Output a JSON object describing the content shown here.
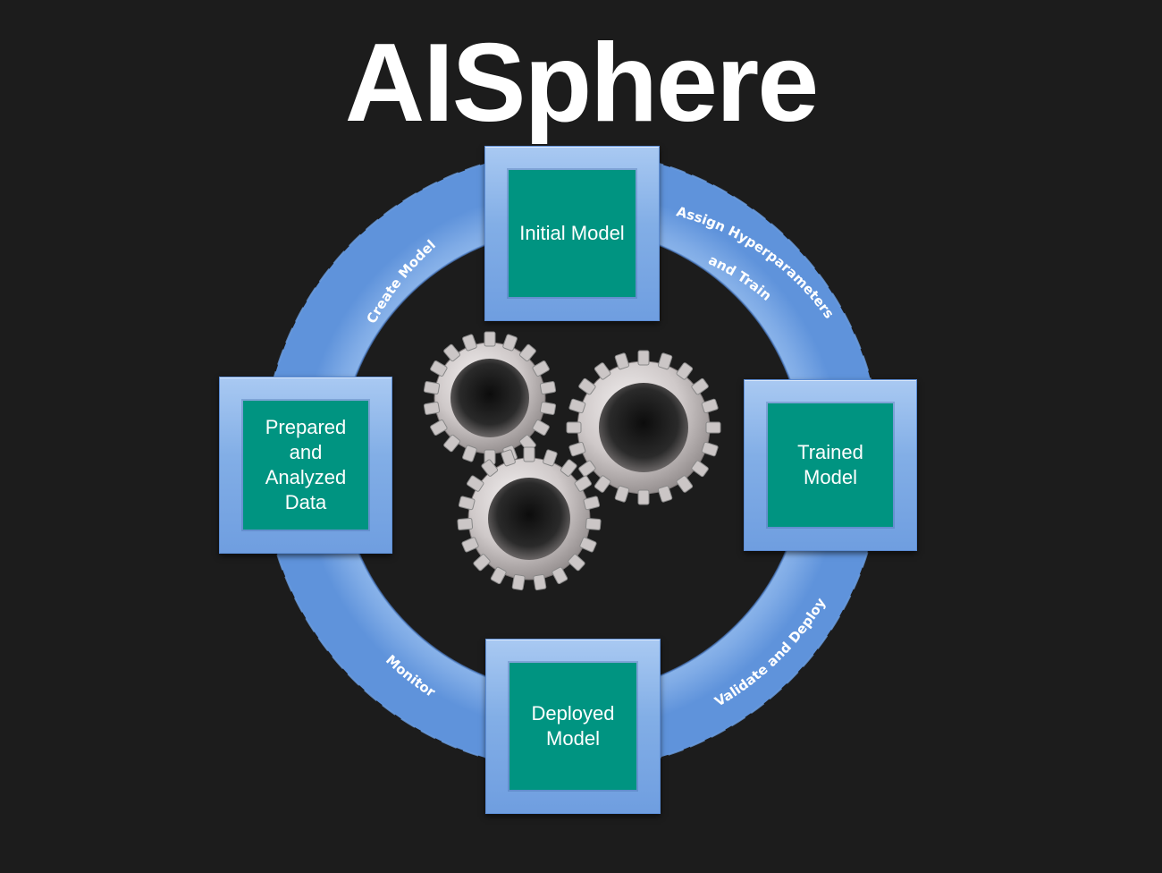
{
  "title": "AISphere",
  "nodes": {
    "initial": "Initial Model",
    "trained": "Trained\nModel",
    "deployed": "Deployed\nModel",
    "prepared": "Prepared\nand\nAnalyzed\nData"
  },
  "transitions": {
    "create_model": "Create Model",
    "assign_hyperparameters_line1": "Assign Hyperparameters",
    "assign_hyperparameters_line2": "and Train",
    "validate_deploy": "Validate and Deploy",
    "monitor": "Monitor"
  },
  "colors": {
    "background": "#1c1c1c",
    "ring": "#7aa8e6",
    "node_frame": "#8ab4ea",
    "node_fill": "#009481",
    "text": "#ffffff",
    "gear": "#c9c4c4"
  }
}
